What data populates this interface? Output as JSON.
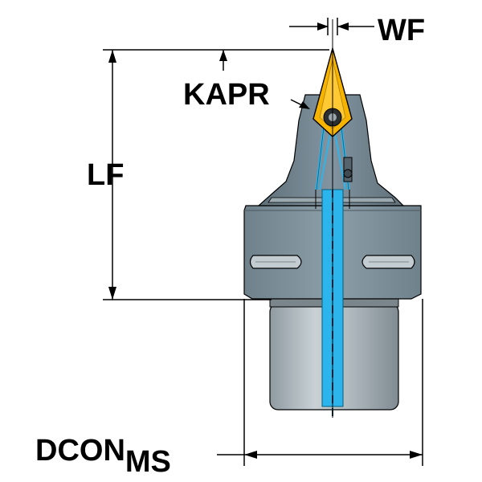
{
  "labels": {
    "wf": "WF",
    "kapr": "KAPR",
    "lf": "LF",
    "dcon": "DCON",
    "dcon_sub": "MS"
  },
  "colors": {
    "body_gray": "#7d8f99",
    "body_dark": "#5f7079",
    "shank_light": "#b9c2c7",
    "insert_yellow": "#f6b400",
    "coolant_blue": "#2bb5ec",
    "line_black": "#000000"
  }
}
